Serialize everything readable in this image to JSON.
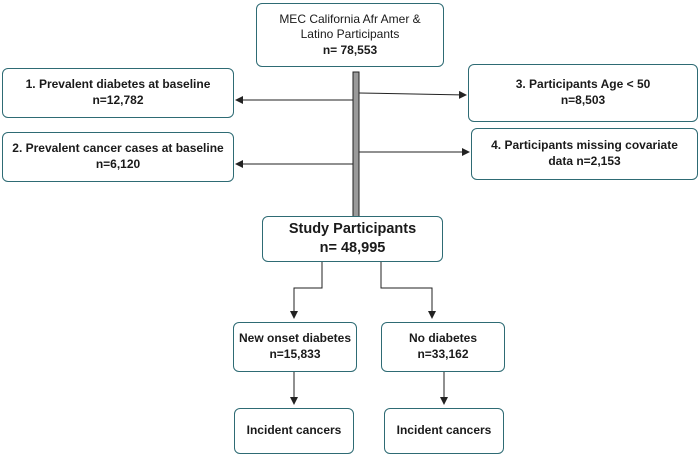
{
  "top": {
    "line1": "MEC California Afr Amer &",
    "line2": "Latino Participants",
    "count": "n= 78,553"
  },
  "exclusions": [
    {
      "label": "1. Prevalent diabetes at baseline",
      "count": "n=12,782"
    },
    {
      "label": "2. Prevalent cancer cases at baseline",
      "count": "n=6,120"
    },
    {
      "label": "3. Participants Age < 50",
      "count": "n=8,503"
    },
    {
      "label": "4. Participants missing covariate",
      "count": "data n=2,153"
    }
  ],
  "study": {
    "label": "Study Participants",
    "count": "n= 48,995"
  },
  "groups": [
    {
      "label": "New onset diabetes",
      "count": "n=15,833",
      "outcome": "Incident cancers"
    },
    {
      "label": "No diabetes",
      "count": "n=33,162",
      "outcome": "Incident cancers"
    }
  ],
  "colors": {
    "box_border": "#2e6b74",
    "arrow": "#222222"
  }
}
